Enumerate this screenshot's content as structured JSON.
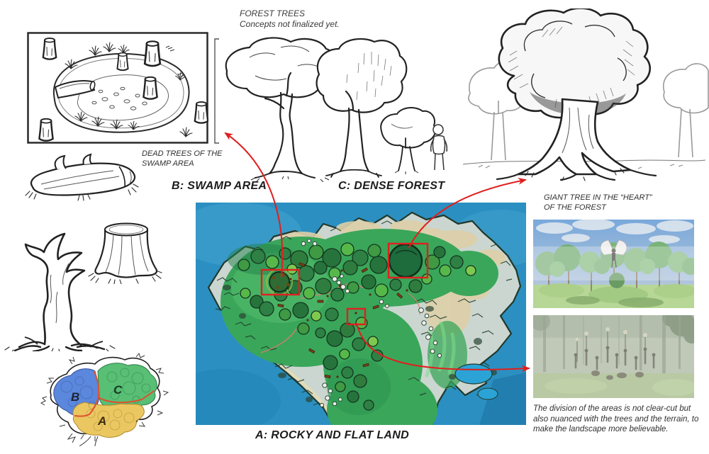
{
  "header": {
    "title": "FOREST TREES",
    "subtitle": "Concepts not finalized yet."
  },
  "captions": {
    "dead_trees": [
      "DEAD TREES OF THE",
      "SWAMP AREA"
    ],
    "giant_tree": [
      "GIANT TREE IN THE  “HEART”",
      "OF THE FOREST"
    ],
    "division_note": [
      "The division of the areas is not clear-cut but",
      "also nuanced with the trees and the terrain, to",
      "make the landscape more believable."
    ]
  },
  "area_labels": {
    "a": "A: ROCKY AND FLAT LAND",
    "b": "B: SWAMP AREA",
    "c": "C: DENSE FOREST"
  },
  "minimap": {
    "letters": {
      "a": "A",
      "b": "B",
      "c": "C"
    },
    "region_colors": {
      "a": "#eac760",
      "b": "#5b87dd",
      "c": "#58bf74"
    }
  },
  "map": {
    "ocean_color": "#2b90c1",
    "highlight_color": "#e01f1f"
  }
}
